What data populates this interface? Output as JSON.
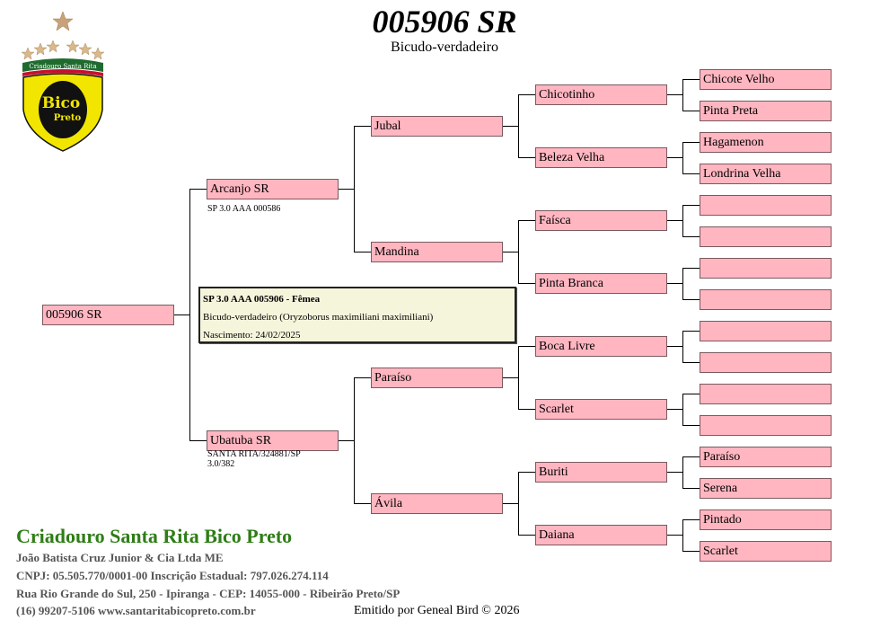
{
  "header": {
    "title": "005906 SR",
    "subtitle": "Bicudo-verdadeiro"
  },
  "logo": {
    "ribbon_text": "Criadouro Santa Rita",
    "emblem_line1": "Bico",
    "emblem_line2": "Preto",
    "stars": 7
  },
  "subject": {
    "name": "005906 SR",
    "info_title": "SP 3.0 AAA 005906 - Fêmea",
    "info_species": "Bicudo-verdadeiro (Oryzoborus maximiliani maximiliani)",
    "info_birth": "Nascimento: 24/02/2025"
  },
  "parents": [
    {
      "name": "Arcanjo SR",
      "ring": "SP 3.0 AAA 000586"
    },
    {
      "name": "Ubatuba SR",
      "ring": "SANTA RITA/324881/SP 3.0/382"
    }
  ],
  "grandparents": [
    {
      "name": "Jubal"
    },
    {
      "name": "Mandina"
    },
    {
      "name": "Paraíso"
    },
    {
      "name": "Ávila"
    }
  ],
  "great_grandparents": [
    {
      "name": "Chicotinho"
    },
    {
      "name": "Beleza Velha"
    },
    {
      "name": "Faísca"
    },
    {
      "name": "Pinta Branca"
    },
    {
      "name": "Boca Livre"
    },
    {
      "name": "Scarlet"
    },
    {
      "name": "Buriti"
    },
    {
      "name": "Daiana"
    }
  ],
  "great_great_grandparents": [
    {
      "name": "Chicote Velho"
    },
    {
      "name": "Pinta Preta"
    },
    {
      "name": "Hagamenon"
    },
    {
      "name": "Londrina Velha"
    },
    {
      "name": ""
    },
    {
      "name": ""
    },
    {
      "name": ""
    },
    {
      "name": ""
    },
    {
      "name": ""
    },
    {
      "name": ""
    },
    {
      "name": ""
    },
    {
      "name": ""
    },
    {
      "name": "Paraíso"
    },
    {
      "name": "Serena"
    },
    {
      "name": "Pintado"
    },
    {
      "name": "Scarlet"
    }
  ],
  "footer": {
    "brand": "Criadouro Santa Rita Bico Preto",
    "company": "João Batista Cruz Junior & Cia Ltda ME",
    "registration": "CNPJ: 05.505.770/0001-00 Inscrição Estadual: 797.026.274.114",
    "address": "Rua Rio Grande do Sul, 250 - Ipiranga - CEP: 14055-000 - Ribeirão Preto/SP",
    "contact": "(16) 99207-5106 www.santaritabicopreto.com.br",
    "emitted_by": "Emitido por Geneal Bird © 2026"
  },
  "colors": {
    "box_fill": "#ffb6c1",
    "info_fill": "#f5f5dc",
    "brand_green": "#2e7d16"
  }
}
